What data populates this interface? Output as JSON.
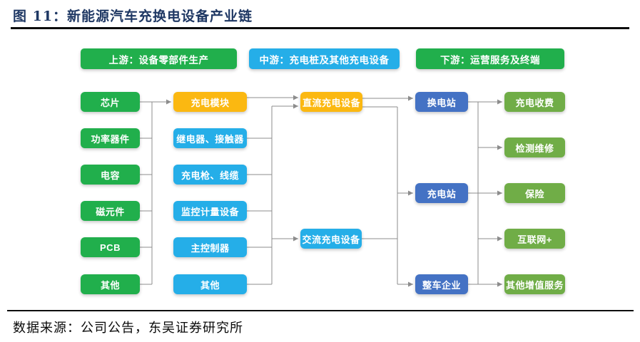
{
  "figure": {
    "title": "图 11：新能源汽车充换电设备产业链",
    "source": "数据来源：公司公告，东吴证券研究所"
  },
  "headers": {
    "upstream": "上游：设备零部件生产",
    "midstream": "中游：充电桩及其他充电设备",
    "downstream": "下游：运营服务及终端"
  },
  "upstream": {
    "items": [
      "芯片",
      "功率器件",
      "电容",
      "磁元件",
      "PCB",
      "其他"
    ]
  },
  "midstream": {
    "items": [
      "充电模块",
      "继电器、接触器",
      "充电枪、线缆",
      "监控计量设备",
      "主控制器",
      "其他"
    ]
  },
  "equipment": {
    "dc": "直流充电设备",
    "ac": "交流充电设备"
  },
  "operation": {
    "items": [
      "换电站",
      "充电站",
      "整车企业"
    ]
  },
  "services": {
    "items": [
      "充电收费",
      "检测维修",
      "保险",
      "互联网+",
      "其他增值服务"
    ]
  },
  "colors": {
    "bright_green": "#21AF4C",
    "sky_blue": "#25AEE8",
    "amber": "#FBB811",
    "steel_blue": "#4472C4",
    "olive_green": "#70AD47",
    "connector_gray": "#8C8C8C",
    "title_navy": "#1F3864",
    "rule_black": "#0d0d0d"
  }
}
